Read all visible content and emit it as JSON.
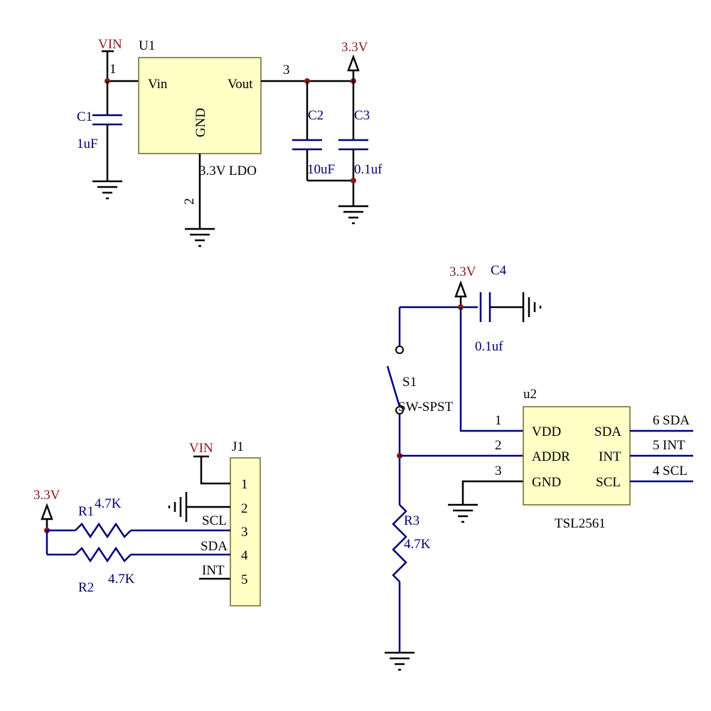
{
  "colors": {
    "component": "#00007a",
    "ic_fill": "#ffffc6",
    "junction": "#8b1a1a",
    "wire": "#000000",
    "power_label": "#8b1a1a"
  },
  "regulator": {
    "ref": "U1",
    "name": "3.3V LDO",
    "pins": {
      "vin": "Vin",
      "vout": "Vout",
      "gnd": "GND"
    },
    "pin_numbers": {
      "vin": "1",
      "vout": "3",
      "gnd": "2"
    },
    "input_rail": "VIN",
    "output_rail": "3.3V"
  },
  "caps": {
    "c1": {
      "ref": "C1",
      "value": "1uF"
    },
    "c2": {
      "ref": "C2",
      "value": "10uF"
    },
    "c3": {
      "ref": "C3",
      "value": "0.1uf"
    },
    "c4": {
      "ref": "C4",
      "value": "0.1uf"
    }
  },
  "sensor": {
    "ref": "u2",
    "name": "TSL2561",
    "rail": "3.3V",
    "left_pins": [
      {
        "num": "1",
        "name": "VDD"
      },
      {
        "num": "2",
        "name": "ADDR"
      },
      {
        "num": "3",
        "name": "GND"
      }
    ],
    "right_pins": [
      {
        "num": "6",
        "name": "SDA",
        "net": "SDA"
      },
      {
        "num": "5",
        "name": "INT",
        "net": "INT"
      },
      {
        "num": "4",
        "name": "SCL",
        "net": "SCL"
      }
    ]
  },
  "switch": {
    "ref": "S1",
    "type": "SW-SPST"
  },
  "r3": {
    "ref": "R3",
    "value": "4.7K"
  },
  "connector": {
    "ref": "J1",
    "top_rail": "VIN",
    "pullup_rail": "3.3V",
    "pins": [
      "1",
      "2",
      "3",
      "4",
      "5"
    ],
    "nets": {
      "scl": "SCL",
      "sda": "SDA",
      "int": "INT"
    },
    "r1": {
      "ref": "R1",
      "value": "4.7K"
    },
    "r2": {
      "ref": "R2",
      "value": "4.7K"
    }
  }
}
